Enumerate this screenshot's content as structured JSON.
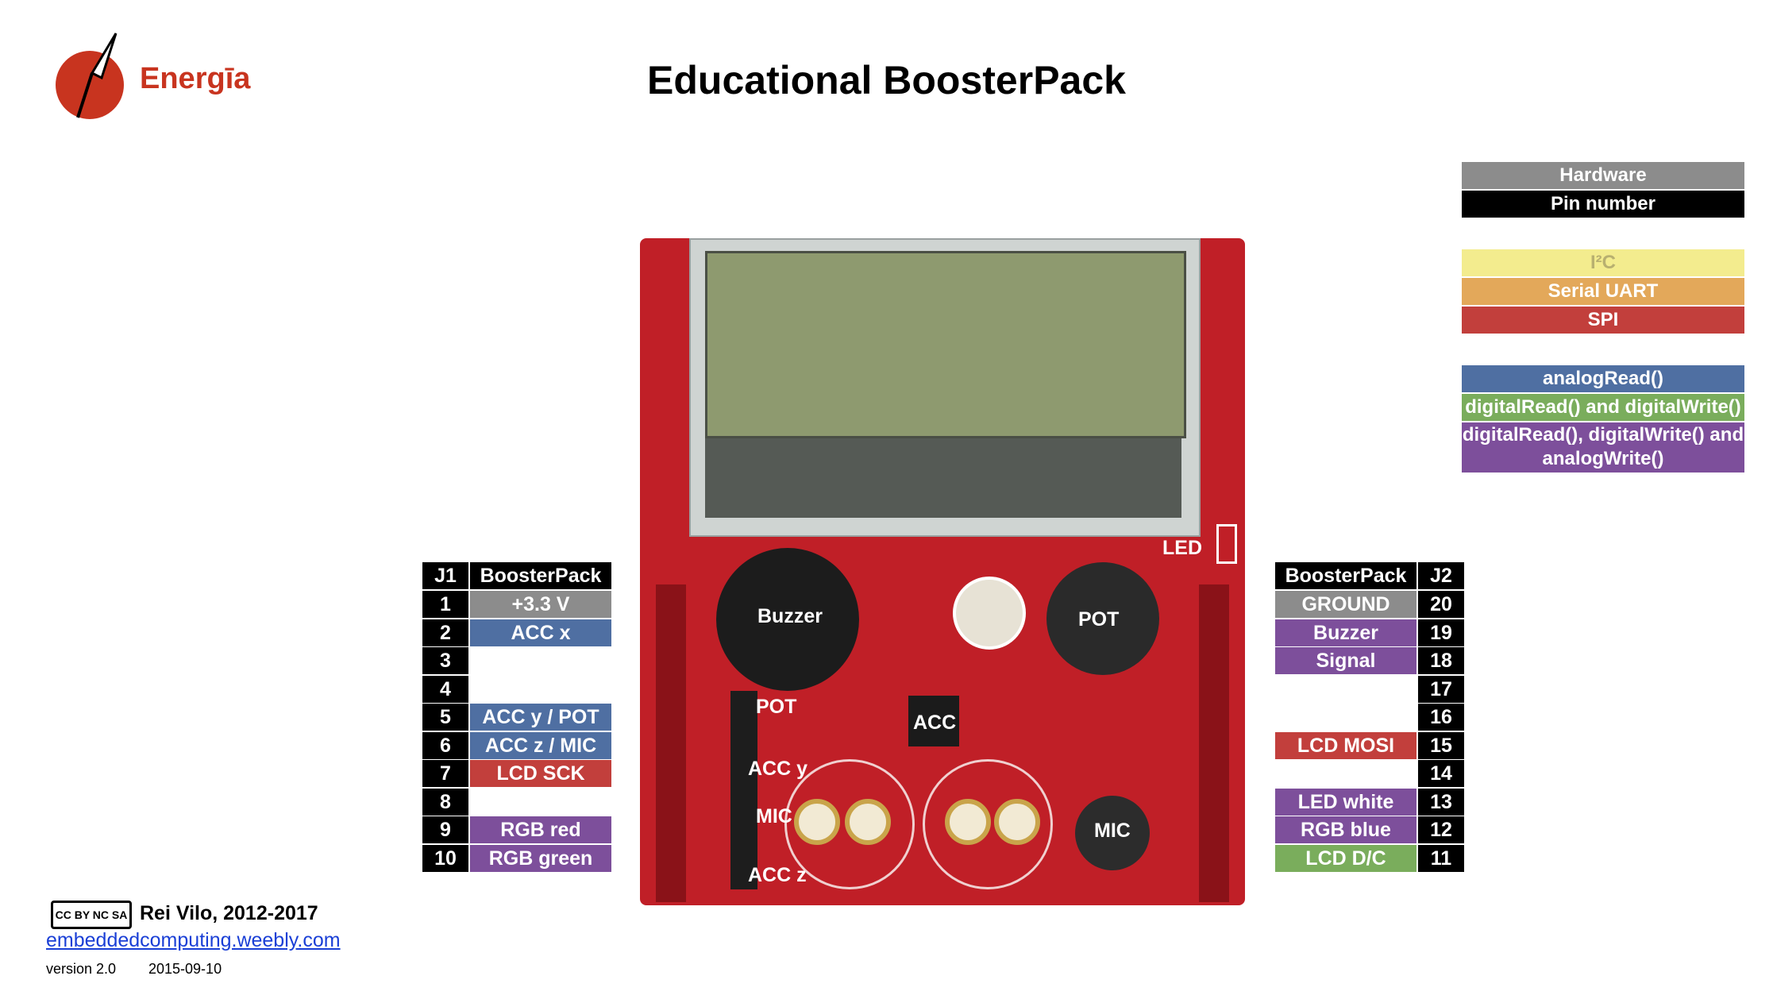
{
  "header": {
    "logo_text": "Energīa",
    "title": "Educational BoosterPack"
  },
  "legend": [
    {
      "label": "Hardware",
      "color": "#8c8c8c"
    },
    {
      "label": "Pin number",
      "color": "#000000"
    },
    {
      "label": "I²C",
      "color": "#f3ec8e"
    },
    {
      "label": "Serial UART",
      "color": "#e3a85a"
    },
    {
      "label": "SPI",
      "color": "#c23f3c"
    },
    {
      "label": "analogRead()",
      "color": "#4f6fa2"
    },
    {
      "label": "digitalRead() and digitalWrite()",
      "color": "#7aad5c"
    },
    {
      "label": "digitalRead(), digitalWrite() and analogWrite()",
      "color": "#7d4f9b"
    }
  ],
  "j1": {
    "header_num": "J1",
    "header_label": "BoosterPack",
    "rows": [
      {
        "pin": "1",
        "label": "+3.3 V",
        "color": "#8c8c8c"
      },
      {
        "pin": "2",
        "label": "ACC x",
        "color": "#4f6fa2"
      },
      {
        "pin": "3",
        "label": "",
        "color": "#ffffff"
      },
      {
        "pin": "4",
        "label": "",
        "color": "#ffffff"
      },
      {
        "pin": "5",
        "label": "ACC y / POT",
        "color": "#4f6fa2"
      },
      {
        "pin": "6",
        "label": "ACC z / MIC",
        "color": "#4f6fa2"
      },
      {
        "pin": "7",
        "label": "LCD SCK",
        "color": "#c23f3c"
      },
      {
        "pin": "8",
        "label": "",
        "color": "#ffffff"
      },
      {
        "pin": "9",
        "label": "RGB red",
        "color": "#7d4f9b"
      },
      {
        "pin": "10",
        "label": "RGB green",
        "color": "#7d4f9b"
      }
    ]
  },
  "j2": {
    "header_num": "J2",
    "header_label": "BoosterPack",
    "rows": [
      {
        "pin": "20",
        "label": "GROUND",
        "color": "#8c8c8c"
      },
      {
        "pin": "19",
        "label": "Buzzer",
        "color": "#7d4f9b"
      },
      {
        "pin": "18",
        "label": "Signal",
        "color": "#7d4f9b"
      },
      {
        "pin": "17",
        "label": "",
        "color": "#ffffff"
      },
      {
        "pin": "16",
        "label": "",
        "color": "#ffffff"
      },
      {
        "pin": "15",
        "label": "LCD MOSI",
        "color": "#c23f3c"
      },
      {
        "pin": "14",
        "label": "",
        "color": "#ffffff"
      },
      {
        "pin": "13",
        "label": "LED white",
        "color": "#7d4f9b"
      },
      {
        "pin": "12",
        "label": "RGB blue",
        "color": "#7d4f9b"
      },
      {
        "pin": "11",
        "label": "LCD D/C",
        "color": "#7aad5c"
      }
    ]
  },
  "board_labels": {
    "buzzer": "Buzzer",
    "pot": "POT",
    "acc": "ACC",
    "mic": "MIC",
    "led": "LED",
    "pot_pin": "POT",
    "acc_y": "ACC y",
    "mic_pin": "MIC",
    "acc_z": "ACC z"
  },
  "footer": {
    "cc_badge": "CC BY NC SA",
    "author": "Rei Vilo, 2012-2017",
    "url": "embeddedcomputing.weebly.com",
    "version": "version 2.0",
    "date": "2015-09-10"
  }
}
